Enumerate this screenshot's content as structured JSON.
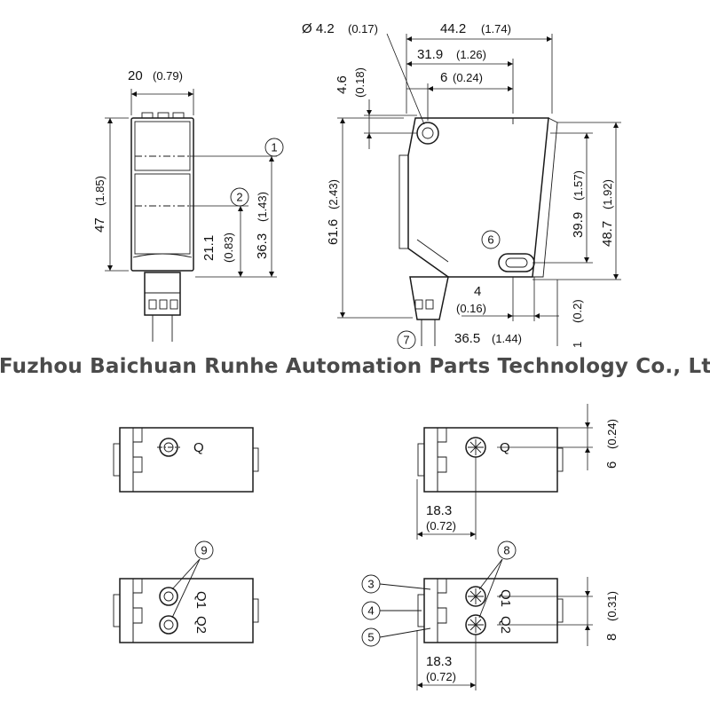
{
  "watermark": "Fuzhou Baichuan Runhe Automation Parts Technology Co., Ltd.",
  "front_view": {
    "width": "20",
    "width_in": "(0.79)",
    "height": "47",
    "height_in": "(1.85)",
    "h_axis2": "21.1",
    "h_axis2_in": "(0.83)",
    "h_axis1": "36.3",
    "h_axis1_in": "(1.43)",
    "callout_1": "1",
    "callout_2": "2"
  },
  "side_view": {
    "hole_dia": "Ø 4.2",
    "hole_dia_in": "(0.17)",
    "total_width": "44.2",
    "total_width_in": "(1.74)",
    "width_319": "31.9",
    "width_319_in": "(1.26)",
    "width_6": "6",
    "width_6_in": "(0.24)",
    "offset_46": "4.6",
    "offset_46_in": "(0.18)",
    "height_616": "61.6",
    "height_616_in": "(2.43)",
    "height_399": "39.9",
    "height_399_in": "(1.57)",
    "height_487": "48.7",
    "height_487_in": "(1.92)",
    "gap_4": "4",
    "gap_4_in": "(0.16)",
    "width_365": "36.5",
    "width_365_in": "(1.44)",
    "small_1": "1",
    "small_02": "(0.2)",
    "callout_6": "6",
    "callout_7": "7"
  },
  "bottom_views": {
    "label_q": "Q",
    "label_q1": "Q1",
    "label_q2": "Q2",
    "dim_6": "6",
    "dim_6_in": "(0.24)",
    "dim_183_a": "18.3",
    "dim_183_a_in": "(0.72)",
    "dim_8": "8",
    "dim_8_in": "(0.31)",
    "dim_183_b": "18.3",
    "dim_183_b_in": "(0.72)",
    "callout_3": "3",
    "callout_4": "4",
    "callout_5": "5",
    "callout_8": "8",
    "callout_9": "9"
  }
}
